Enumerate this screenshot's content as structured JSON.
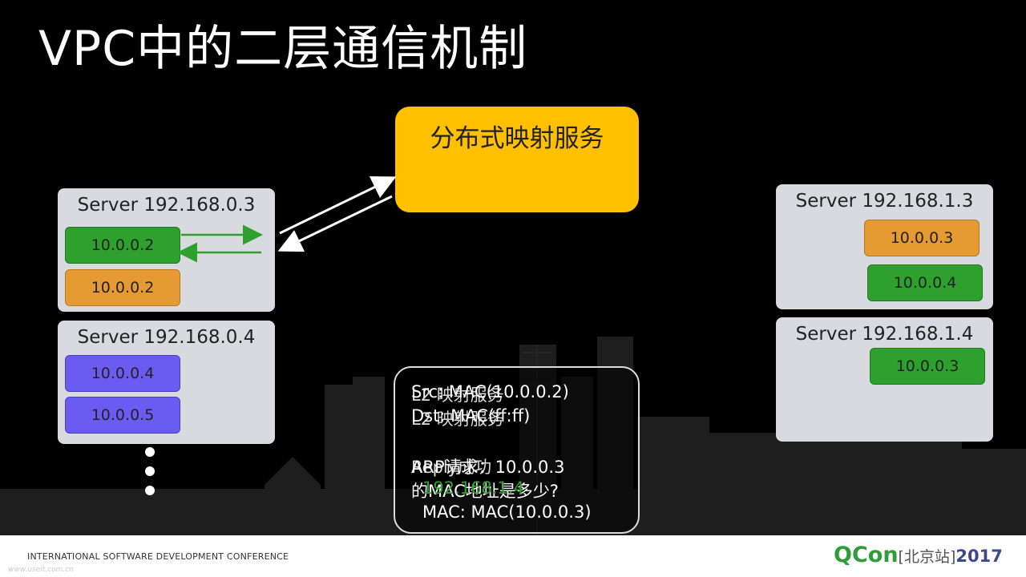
{
  "slide": {
    "title": "VPC中的二层通信机制",
    "mapping_service": {
      "label": "分布式映射服务",
      "color": "#ffc000"
    },
    "servers": [
      {
        "id": "s1",
        "title": "Server 192.168.0.3",
        "vms": [
          {
            "ip": "10.0.0.2",
            "color": "green"
          },
          {
            "ip": "10.0.0.2",
            "color": "orange"
          }
        ]
      },
      {
        "id": "s2",
        "title": "Server 192.168.0.4",
        "vms": [
          {
            "ip": "10.0.0.4",
            "color": "purple"
          },
          {
            "ip": "10.0.0.5",
            "color": "purple"
          }
        ]
      },
      {
        "id": "s3",
        "title": "Server 192.168.1.3",
        "vms": [
          {
            "ip": "10.0.0.3",
            "color": "orange"
          },
          {
            "ip": "10.0.0.4",
            "color": "green"
          }
        ]
      },
      {
        "id": "s4",
        "title": "Server 192.168.1.4",
        "vms": [
          {
            "ip": "10.0.0.3",
            "color": "green"
          }
        ]
      }
    ],
    "packet_box": {
      "layer1": [
        "Src: MAC(10.0.0.2)",
        "Dst: MAC(ff:ff)",
        "ARP请求：10.0.0.3",
        "的MAC地址是多少?"
      ],
      "layer2": [
        "L2 映射服务",
        "L2 映射服务",
        "Reply成功",
        "192.168.1.4"
      ],
      "layer3": [
        "MAC: MAC(10.0.0.3)"
      ]
    },
    "colors": {
      "green": "#2ea02e",
      "orange": "#e69a34",
      "purple": "#6a5cf0"
    }
  },
  "footer": {
    "conference": "INTERNATIONAL SOFTWARE DEVELOPMENT CONFERENCE",
    "watermark": "www.useit.com.cn",
    "logo_qcon": "QCon",
    "logo_city": "[北京站]",
    "logo_year": "2017"
  }
}
